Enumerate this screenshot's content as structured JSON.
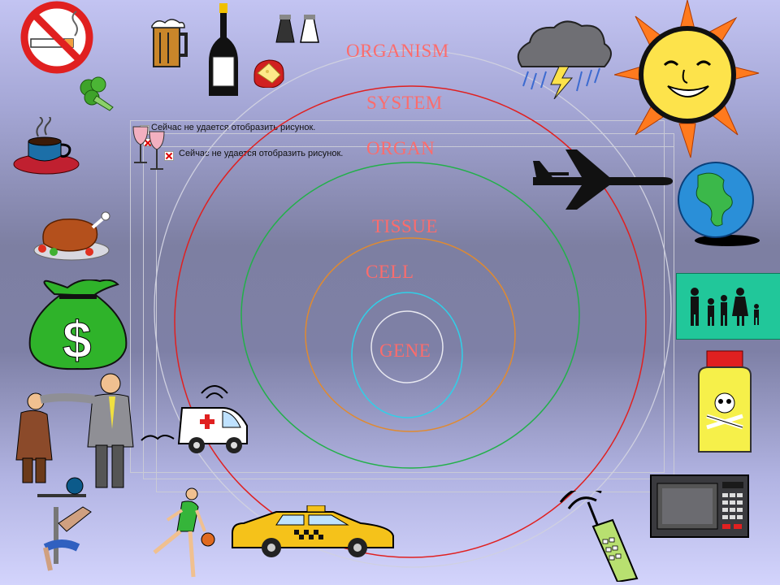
{
  "levels": {
    "organism": "ORGANISM",
    "system": "SYSTEM",
    "organ": "ORGAN",
    "tissue": "TISSUE",
    "cell": "CELL",
    "gene": "GENE"
  },
  "placeholders": [
    "Сейчас не удается отобразить рисунок.",
    "Сейчас не удается отобразить рисунок."
  ],
  "ring_colors": {
    "organism": "#cfd0e0",
    "system": "#e02020",
    "organ": "#22b04a",
    "tissue": "#e08a30",
    "cell": "#30d0e8",
    "gene": "#e8e8f0"
  },
  "label_color": "#fc6c6c",
  "icons": [
    "no-smoking-icon",
    "beer-mug-icon",
    "wine-bottle-icon",
    "salt-pepper-icon",
    "cheese-icon",
    "broccoli-icon",
    "storm-cloud-icon",
    "sun-face-icon",
    "coffee-cup-icon",
    "wine-glasses-icon",
    "airplane-icon",
    "globe-icon",
    "roast-turkey-icon",
    "money-bag-icon",
    "family-icon",
    "poison-bottle-icon",
    "office-workers-icon",
    "ambulance-icon",
    "weightlifter-icon",
    "basketball-player-icon",
    "taxi-icon",
    "mobile-phone-icon",
    "microwave-icon"
  ]
}
